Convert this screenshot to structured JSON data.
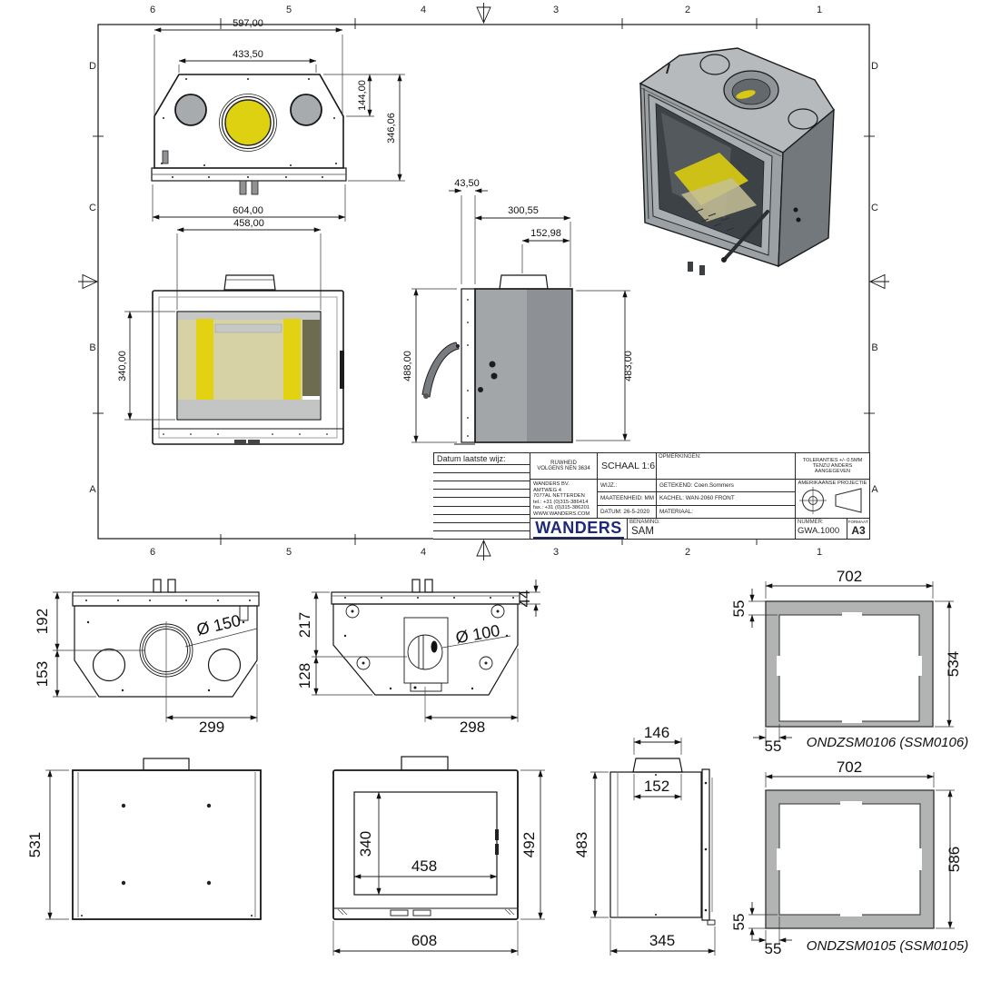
{
  "sheet": {
    "zones": {
      "cols": [
        "6",
        "5",
        "4",
        "3",
        "2",
        "1"
      ],
      "rows": [
        "D",
        "C",
        "B",
        "A"
      ]
    },
    "top_view": {
      "w_top": "597,00",
      "w_inner": "433,50",
      "d_flue": "144,00",
      "d_total": "346,06",
      "w_base": "604,00",
      "w_glass": "458,00"
    },
    "front_view": {
      "h_glass": "340,00"
    },
    "side_view": {
      "door": "43,50",
      "depth": "300,55",
      "flue": "152,98",
      "h_front": "488,00",
      "h_body": "483,00"
    },
    "title_block": {
      "datum_header": "Datum laatste wijz:",
      "ruwheid_1": "RUWHEID",
      "ruwheid_2": "VOLGENS NEN 3634",
      "schaal": "SCHAAL 1:6",
      "opmerkingen": "OPMERKINGEN:",
      "tol_1": "TOLERANTIES +/- 0.5MM",
      "tol_2": "TENZIJ ANDERS AANGEGEVEN",
      "company": [
        "WANDERS BV.",
        "AMTWEG 4",
        "7077AL NETTERDEN",
        "tel.: +31 (0)315-386414",
        "fax.: +31 (0)315-386201",
        "WWW.WANDERS.COM"
      ],
      "wijz": "WIJZ.:",
      "maateenheid": "MAATEENHEID: MM",
      "datum": "DATUM: 26-5-2020",
      "getekend": "GETEKEND: Coen.Sommers",
      "kachel": "KACHEL: WAN-2060 FRONT",
      "materiaal": "MATERIAAL:",
      "projectie": "AMERIKAANSE PROJECTIE",
      "logo": "WANDERS",
      "benaming_label": "BENAMING:",
      "benaming": "SAM",
      "nummer_label": "NUMMER:",
      "nummer": "GWA.1000",
      "formaat_label": "FORMAAT:",
      "formaat": "A3"
    }
  },
  "bottom": {
    "tv150": {
      "h_front": "192",
      "h_rear": "153",
      "w": "299",
      "dia": "Ø 150"
    },
    "tv100": {
      "h_front": "217",
      "h_rear": "128",
      "lip": "44",
      "w": "298",
      "dia": "Ø 100"
    },
    "back": {
      "h": "531"
    },
    "front": {
      "win_h": "340",
      "win_w": "458",
      "h": "492",
      "w": "608"
    },
    "side": {
      "flue_top": "146",
      "flue_base": "152",
      "h": "483",
      "d": "345"
    },
    "frame106": {
      "w": "702",
      "h": "534",
      "t": "55",
      "l": "55",
      "label": "ONDZSM0106 (SSM0106)"
    },
    "frame105": {
      "w": "702",
      "h": "586",
      "b": "55",
      "l": "55",
      "label": "ONDZSM0105 (SSM0105)"
    }
  },
  "colors": {
    "body_gray": "#a7abae",
    "panel_light": "#c9cbca",
    "frame_gray": "#b1b4b3",
    "yellow": "#e3d211",
    "beige": "#d7d1a6",
    "olive": "#6e6c50",
    "logo_navy": "#1e2a78"
  }
}
